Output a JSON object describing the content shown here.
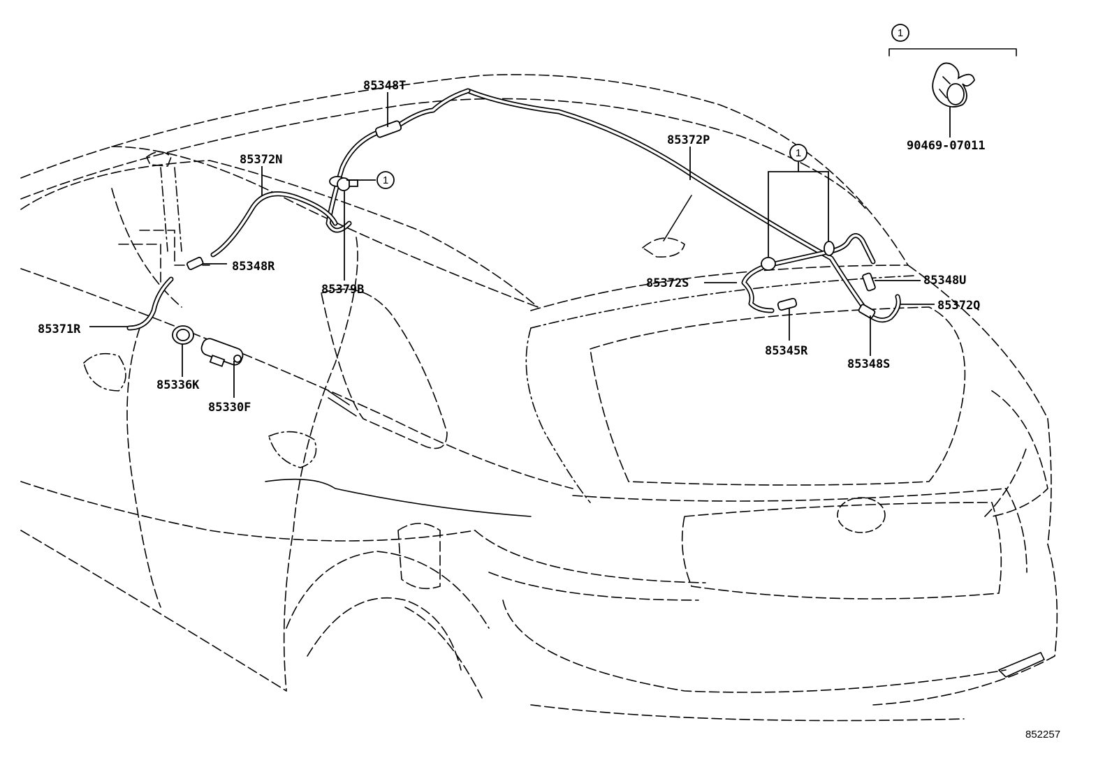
{
  "callout_symbol": "1",
  "parts": {
    "p85348T": "85348T",
    "p85372N": "85372N",
    "p85372P": "85372P",
    "p85348R": "85348R",
    "p85379B": "85379B",
    "p85371R": "85371R",
    "p85336K": "85336K",
    "p85330F": "85330F",
    "p85372S": "85372S",
    "p85348U": "85348U",
    "p85372Q": "85372Q",
    "p85345R": "85345R",
    "p85348S": "85348S",
    "p90469_07011": "90469-07011"
  },
  "figure_ref": "852257"
}
